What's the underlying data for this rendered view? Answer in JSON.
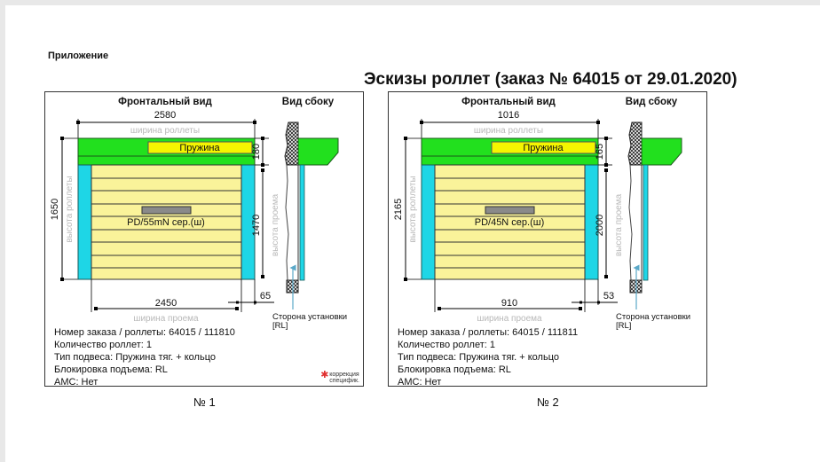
{
  "document": {
    "appendix_label": "Приложение",
    "title": "Эскизы роллет (заказ № 64015 от 29.01.2020)"
  },
  "labels": {
    "front_view": "Фронтальный вид",
    "side_view": "Вид сбоку",
    "roller_width": "ширина роллеты",
    "roller_height": "высота роллеты",
    "opening_height": "высота проема",
    "opening_width": "ширина проема",
    "spring": "Пружина",
    "install_side": "Сторона установки",
    "correction_line1": "коррекция",
    "correction_line2": "специфик."
  },
  "colors": {
    "box_green": "#22e01e",
    "spring_yellow": "#f5f500",
    "guide_cyan": "#1ed6e6",
    "slat_yellow": "#faf39a",
    "handle_gray": "#8a8a8a",
    "hint_gray": "#b8b8b8",
    "arrow_blue": "#5aa8c8"
  },
  "sketches": [
    {
      "number_caption": "№ 1",
      "roller_width": "2580",
      "roller_height": "1650",
      "box_height": "180",
      "opening_height": "1470",
      "opening_width": "2450",
      "guide_offset": "65",
      "profile": "PD/55mN сер.(ш)",
      "install_side_value": "[RL]",
      "info": [
        "Номер заказа / роллеты: 64015 / 111810",
        "Количество роллет: 1",
        "Тип подвеса: Пружина тяг. + кольцо",
        "Блокировка подъема: RL",
        "АМС: Нет"
      ],
      "has_correction_note": true
    },
    {
      "number_caption": "№ 2",
      "roller_width": "1016",
      "roller_height": "2165",
      "box_height": "165",
      "opening_height": "2000",
      "opening_width": "910",
      "guide_offset": "53",
      "profile": "PD/45N сер.(ш)",
      "install_side_value": "[RL]",
      "info": [
        "Номер заказа / роллеты: 64015 / 111811",
        "Количество роллет: 1",
        "Тип подвеса: Пружина тяг. + кольцо",
        "Блокировка подъема: RL",
        "АМС: Нет"
      ],
      "has_correction_note": false
    }
  ]
}
